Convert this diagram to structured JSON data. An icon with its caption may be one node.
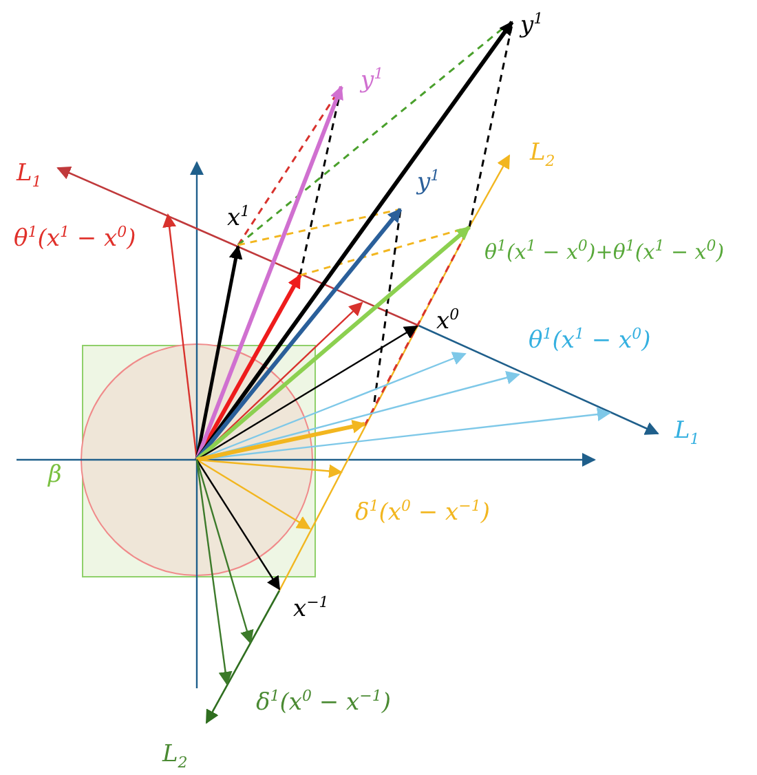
{
  "diagram": {
    "labels": [
      "y$^{1}$",
      "y$^{1}$",
      "L$_{1}$",
      "L$_{2}$",
      "y$^{1}$",
      "θ$^{1}$(x$^{1}$ − x$^{0}$)",
      "x$^{1}$",
      "θ$^{1}$(x$^{1}$ − x$^{0}$)+θ$^{1}$(x$^{1}$ − x$^{0}$)",
      "x$^{0}$",
      "θ$^{1}$(x$^{1}$ − x$^{0}$)",
      "L$_{1}$",
      "β",
      "δ$^{1}$(x$^{0}$ − x$^{−1}$)",
      "x$^{−1}$",
      "δ$^{1}$(x$^{0}$ − x$^{−1}$)",
      "L$_{2}$"
    ]
  }
}
